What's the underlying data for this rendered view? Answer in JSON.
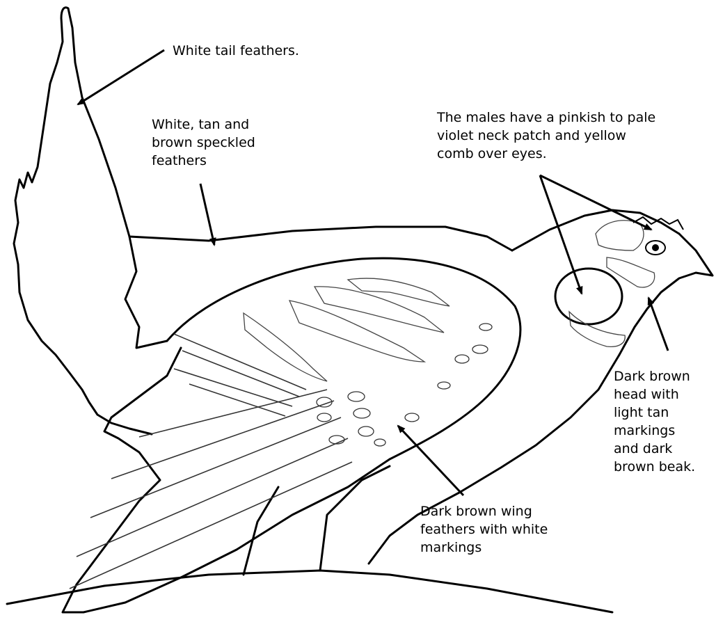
{
  "labels": {
    "tail": "White tail feathers.",
    "speckled": "White, tan and\nbrown speckled\nfeathers",
    "neck": "The males have a pinkish to pale\nviolet neck patch and yellow\ncomb over eyes.",
    "head": "Dark brown\nhead with\nlight tan\nmarkings\nand dark\nbrown beak.",
    "wing": "Dark brown wing\nfeathers with white\nmarkings"
  },
  "colors": {
    "outline": "#000000",
    "detail": "#333333",
    "background": "#ffffff"
  }
}
